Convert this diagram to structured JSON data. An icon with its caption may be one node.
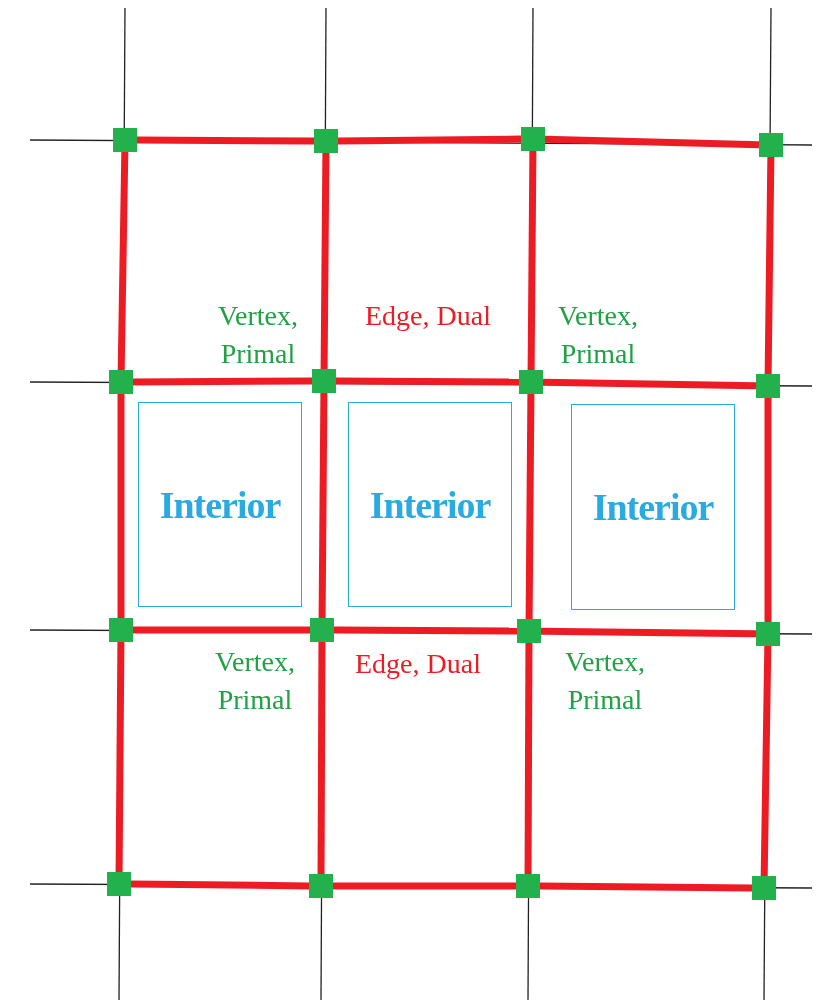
{
  "diagram": {
    "nodes": [
      {
        "text": [],
        "shape": "box"
      },
      {
        "text": [],
        "shape": "box"
      },
      {
        "text": [],
        "shape": "box"
      },
      {
        "text": [],
        "shape": "box"
      },
      {
        "text": [],
        "shape": "box"
      },
      {
        "text": [],
        "shape": "box"
      },
      {
        "text": [],
        "shape": "box"
      },
      {
        "text": [],
        "shape": "box"
      },
      {
        "text": [],
        "shape": "box"
      },
      {
        "text": [],
        "shape": "box"
      },
      {
        "text": [],
        "shape": "box"
      },
      {
        "text": [],
        "shape": "box"
      },
      {
        "text": [],
        "shape": "box"
      },
      {
        "text": [],
        "shape": "box"
      },
      {
        "text": [],
        "shape": "box"
      },
      {
        "text": [],
        "shape": "box"
      },
      {
        "text": [
          "Interior"
        ]
      },
      {
        "text": [
          "Interior"
        ]
      },
      {
        "text": [
          "Interior"
        ]
      }
    ],
    "edges": [
      {
        "from": 0,
        "to": 1,
        "arrow": "none"
      },
      {
        "from": 1,
        "to": 2,
        "arrow": "none"
      },
      {
        "from": 2,
        "to": 3,
        "arrow": "none"
      },
      {
        "from": 0,
        "to": 4,
        "arrow": "none"
      },
      {
        "from": 1,
        "to": 5,
        "arrow": "none"
      },
      {
        "from": 2,
        "to": 6,
        "arrow": "none"
      },
      {
        "from": 3,
        "to": 7,
        "arrow": "none"
      },
      {
        "from": 4,
        "to": 5,
        "arrow": "none"
      },
      {
        "from": 5,
        "to": 6,
        "arrow": "none"
      },
      {
        "from": 6,
        "to": 7,
        "arrow": "none"
      },
      {
        "from": 4,
        "to": 8,
        "arrow": "none"
      },
      {
        "from": 5,
        "to": 9,
        "arrow": "none"
      },
      {
        "from": 6,
        "to": 10,
        "arrow": "none"
      },
      {
        "from": 7,
        "to": 11,
        "arrow": "none"
      },
      {
        "from": 8,
        "to": 9,
        "arrow": "none"
      },
      {
        "from": 9,
        "to": 10,
        "arrow": "none"
      },
      {
        "from": 10,
        "to": 11,
        "arrow": "none"
      },
      {
        "from": 8,
        "to": 12,
        "arrow": "none"
      },
      {
        "from": 9,
        "to": 13,
        "arrow": "none"
      },
      {
        "from": 10,
        "to": 14,
        "arrow": "none"
      },
      {
        "from": 11,
        "to": 15,
        "arrow": "none"
      },
      {
        "from": 12,
        "to": 13,
        "arrow": "none"
      },
      {
        "from": 13,
        "to": 14,
        "arrow": "none"
      },
      {
        "from": 14,
        "to": 15,
        "arrow": "none"
      }
    ],
    "labels": [
      "Vertex, Primal",
      "Edge, Dual",
      "Vertex, Primal",
      "Vertex, Primal",
      "Edge, Dual",
      "Vertex, Primal"
    ]
  }
}
